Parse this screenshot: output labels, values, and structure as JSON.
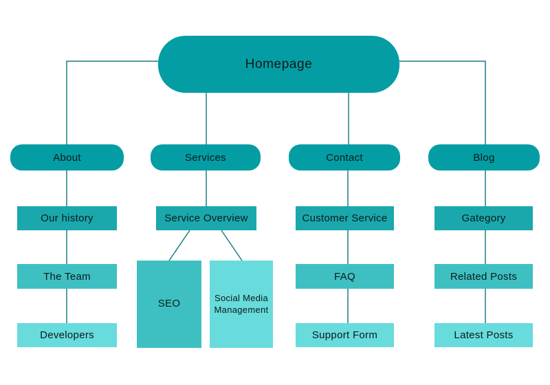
{
  "diagram": {
    "type": "sitemap-flowchart",
    "nodes": {
      "homepage": "Homepage",
      "about": "About",
      "services": "Services",
      "contact": "Contact",
      "blog": "Blog",
      "our_history": "Our history",
      "the_team": "The Team",
      "developers": "Developers",
      "service_overview": "Service Overview",
      "seo": "SEO",
      "social_media_management": "Social Media Management",
      "customer_service": "Customer Service",
      "faq": "FAQ",
      "support_form": "Support Form",
      "gategory": "Gategory",
      "related_posts": "Related Posts",
      "latest_posts": "Latest Posts"
    },
    "hierarchy": {
      "root": "Homepage",
      "branches": [
        {
          "header": "About",
          "items": [
            "Our history",
            "The Team",
            "Developers"
          ]
        },
        {
          "header": "Services",
          "items": [
            "Service Overview"
          ],
          "sub_items": [
            "SEO",
            "Social Media Management"
          ]
        },
        {
          "header": "Contact",
          "items": [
            "Customer Service",
            "FAQ",
            "Support Form"
          ]
        },
        {
          "header": "Blog",
          "items": [
            "Gategory",
            "Related Posts",
            "Latest Posts"
          ]
        }
      ]
    },
    "colors": {
      "level1_fill": "#049da4",
      "level3_fill": "#1aa8ac",
      "level4_fill": "#3ec0c2",
      "level5_fill": "#68dbdc",
      "connector": "#1d7a84",
      "text": "#0c1a1b",
      "background": "#ffffff"
    }
  }
}
